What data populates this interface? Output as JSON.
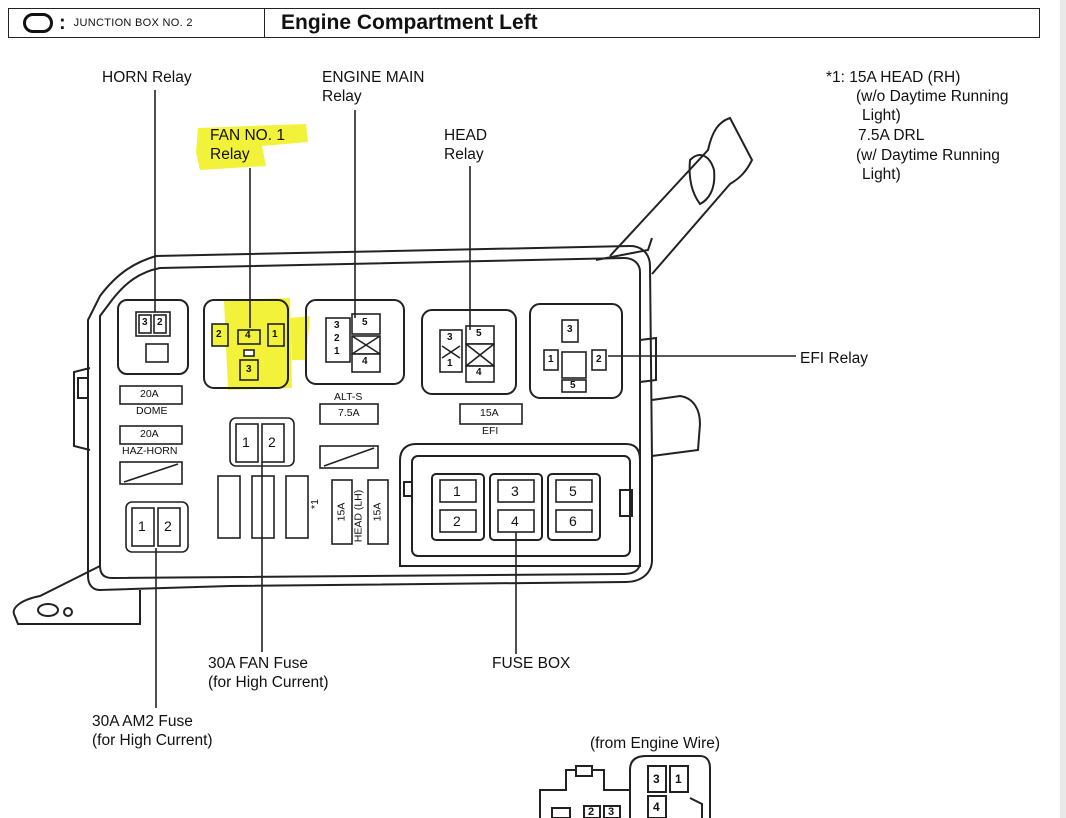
{
  "header": {
    "icon": "oval-icon",
    "junction_box": "JUNCTION BOX NO. 2",
    "title": "Engine Compartment Left"
  },
  "labels": {
    "horn_relay": "HORN Relay",
    "engine_main_1": "ENGINE MAIN",
    "engine_main_2": "Relay",
    "fan_relay_1": "FAN NO. 1",
    "fan_relay_2": "Relay",
    "head_relay_1": "HEAD",
    "head_relay_2": "Relay",
    "efi_relay": "EFI Relay",
    "fan_fuse_1": "30A FAN Fuse",
    "fan_fuse_2": "(for High Current)",
    "fuse_box": "FUSE BOX",
    "am2_fuse_1": "30A AM2 Fuse",
    "am2_fuse_2": "(for High Current)",
    "from_engine_wire": "(from Engine Wire)"
  },
  "note": {
    "line1": "*1:  15A HEAD (RH)",
    "line2": "(w/o Daytime Running",
    "line3": "Light)",
    "line4": "7.5A DRL",
    "line5": "(w/ Daytime Running",
    "line6": "Light)"
  },
  "fuses": {
    "dome_amp": "20A",
    "dome_name": "DOME",
    "hazhorn_amp": "20A",
    "hazhorn_name": "HAZ-HORN",
    "alts_name": "ALT-S",
    "alts_amp": "7.5A",
    "efi_amp": "15A",
    "efi_name": "EFI",
    "star1": "*1",
    "star1_amp": "15A",
    "headlh_name": "HEAD (LH)",
    "headlh_amp": "15A"
  },
  "pins": {
    "horn": [
      "3",
      "2"
    ],
    "fan": [
      "2",
      "4",
      "1",
      "3"
    ],
    "engine_main": [
      "3",
      "2",
      "1",
      "5",
      "4"
    ],
    "head": [
      "3",
      "1",
      "5",
      "4"
    ],
    "efi": [
      "3",
      "1",
      "2",
      "5"
    ],
    "fan_fuse": [
      "1",
      "2"
    ],
    "am2_fuse": [
      "1",
      "2"
    ],
    "fuse_box": [
      "1",
      "2",
      "3",
      "4",
      "5",
      "6"
    ],
    "engine_wire_conn": [
      "3",
      "1",
      "4",
      "2",
      "3"
    ]
  },
  "colors": {
    "highlight": "#f2f23a",
    "line": "#222222"
  }
}
